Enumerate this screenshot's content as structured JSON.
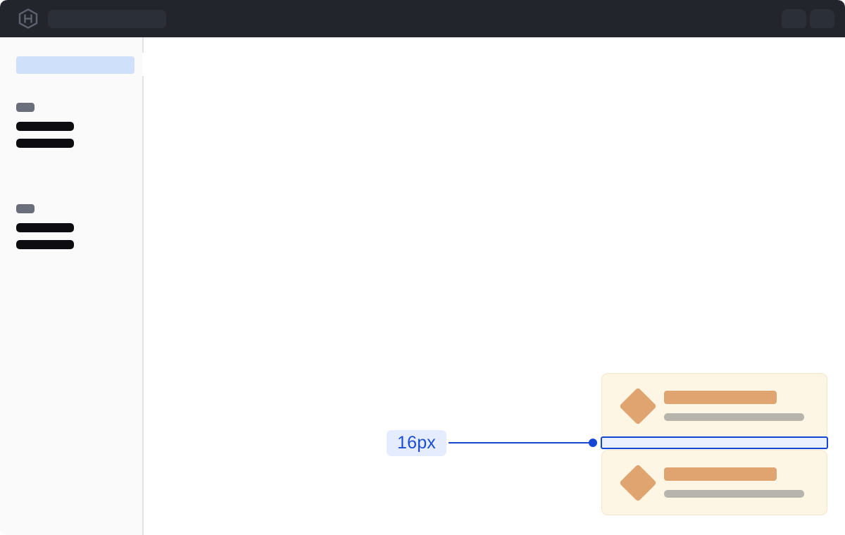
{
  "window": {
    "title_bar_color": "#22252b",
    "canvas_color": "#ffffff"
  },
  "topbar": {
    "logo_icon": "hexagon-h-logo-icon",
    "search": {
      "value": "",
      "placeholder": ""
    },
    "placeholders": [
      {
        "name": "topbar-placeholder-1"
      },
      {
        "name": "topbar-placeholder-2"
      }
    ]
  },
  "sidebar": {
    "background_color": "#fafafa",
    "border_color": "#e2e2e6",
    "selected_row": {
      "label": "",
      "highlight_color": "#cfe0fb"
    },
    "notch": {
      "name": "sidebar-collapse-notch"
    },
    "groups": [
      {
        "label": "",
        "items": [
          {
            "label": ""
          },
          {
            "label": ""
          }
        ]
      },
      {
        "label": "",
        "items": [
          {
            "label": ""
          },
          {
            "label": ""
          }
        ]
      }
    ]
  },
  "cards": [
    {
      "icon": "diamond-icon",
      "title": "",
      "subtitle": "",
      "background_color": "#fdf6e4",
      "border_color": "#f5e6c3",
      "accent_color": "#e0a470",
      "muted_color": "#b6b4ad"
    },
    {
      "icon": "diamond-icon",
      "title": "",
      "subtitle": "",
      "background_color": "#fdf6e4",
      "border_color": "#f5e6c3",
      "accent_color": "#e0a470",
      "muted_color": "#b6b4ad"
    }
  ],
  "spacing_measurement": {
    "value": "16px",
    "label_text_color": "#1b4ed4",
    "label_background_color": "#e4ecfd",
    "band_fill_color": "#eaf0fd",
    "band_border_color": "#1446d4"
  }
}
